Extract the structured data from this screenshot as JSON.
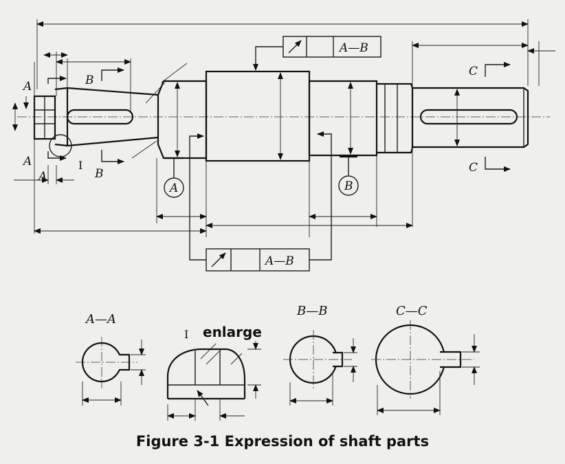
{
  "figure": {
    "caption": "Figure 3-1 Expression of shaft parts"
  },
  "main_view": {
    "section_marks": [
      "A",
      "A",
      "A",
      "B",
      "B",
      "C",
      "C"
    ],
    "detail_mark": "I",
    "datum_A": "A",
    "datum_B": "B"
  },
  "tolerance_frames": [
    {
      "symbol": "runout-arrow-icon",
      "datum": "A—B"
    },
    {
      "symbol": "runout-arrow-icon",
      "datum": "A—B"
    }
  ],
  "section_views": [
    {
      "title": "A—A"
    },
    {
      "title": "I",
      "note": "enlarge"
    },
    {
      "title": "B—B"
    },
    {
      "title": "C—C"
    }
  ]
}
